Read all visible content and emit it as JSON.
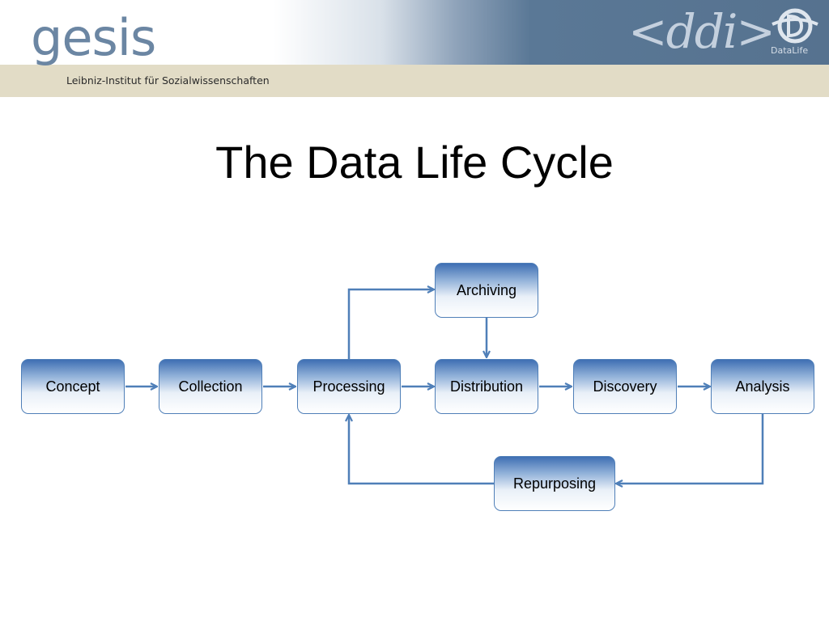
{
  "header": {
    "org_name": "gesis",
    "org_subtitle": "Leibniz-Institut für Sozialwissenschaften",
    "ddi_logo_text": "<ddi>",
    "datalife_logo_text": "DataLife"
  },
  "slide": {
    "title": "The Data Life Cycle"
  },
  "diagram": {
    "nodes": {
      "concept": "Concept",
      "collection": "Collection",
      "processing": "Processing",
      "distribution": "Distribution",
      "discovery": "Discovery",
      "analysis": "Analysis",
      "archiving": "Archiving",
      "repurposing": "Repurposing"
    },
    "edges": [
      [
        "Concept",
        "Collection"
      ],
      [
        "Collection",
        "Processing"
      ],
      [
        "Processing",
        "Distribution"
      ],
      [
        "Distribution",
        "Discovery"
      ],
      [
        "Discovery",
        "Analysis"
      ],
      [
        "Processing",
        "Archiving"
      ],
      [
        "Archiving",
        "Distribution"
      ],
      [
        "Analysis",
        "Repurposing"
      ],
      [
        "Repurposing",
        "Processing"
      ]
    ],
    "colors": {
      "arrow": "#4f7fb8",
      "node_top": "#3f6fb3",
      "node_bottom": "#ffffff"
    }
  }
}
